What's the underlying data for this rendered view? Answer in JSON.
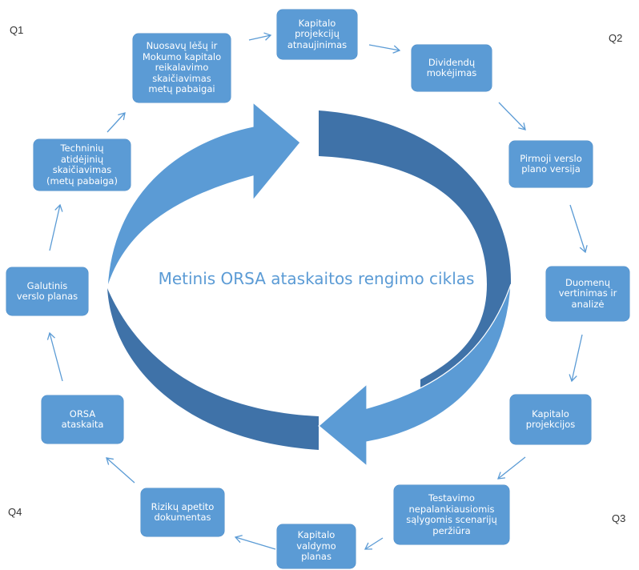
{
  "quarters": {
    "q1": "Q1",
    "q2": "Q2",
    "q3": "Q3",
    "q4": "Q4"
  },
  "center_title": "Metinis ORSA ataskaitos rengimo ciklas",
  "colors": {
    "box": "#5b9bd5",
    "cycle_light": "#5b9bd5",
    "cycle_dark": "#3f72a8",
    "connector": "#5b9bd5"
  },
  "steps": [
    "Kapitalo\nprojekcijų\natnaujinimas",
    "Dividendų\nmokėjimas",
    "Pirmoji verslo\nplano versija",
    "Duomenų\nvertinimas ir\nanalizė",
    "Kapitalo\nprojekcijos",
    "Testavimo\nnepalankiausiomis\nsąlygomis scenarijų\nperžiūra",
    "Kapitalo\nvaldymo\nplanas",
    "Rizikų apetito\ndokumentas",
    "ORSA\nataskaita",
    "Galutinis\nverslo planas",
    "Techninių\natidėjinių\nskaičiavimas\n(metų pabaiga)",
    "Nuosavų lėšų ir\nMokumo kapitalo\nreikalavimo\nskaičiavimas\nmetų pabaigai"
  ]
}
